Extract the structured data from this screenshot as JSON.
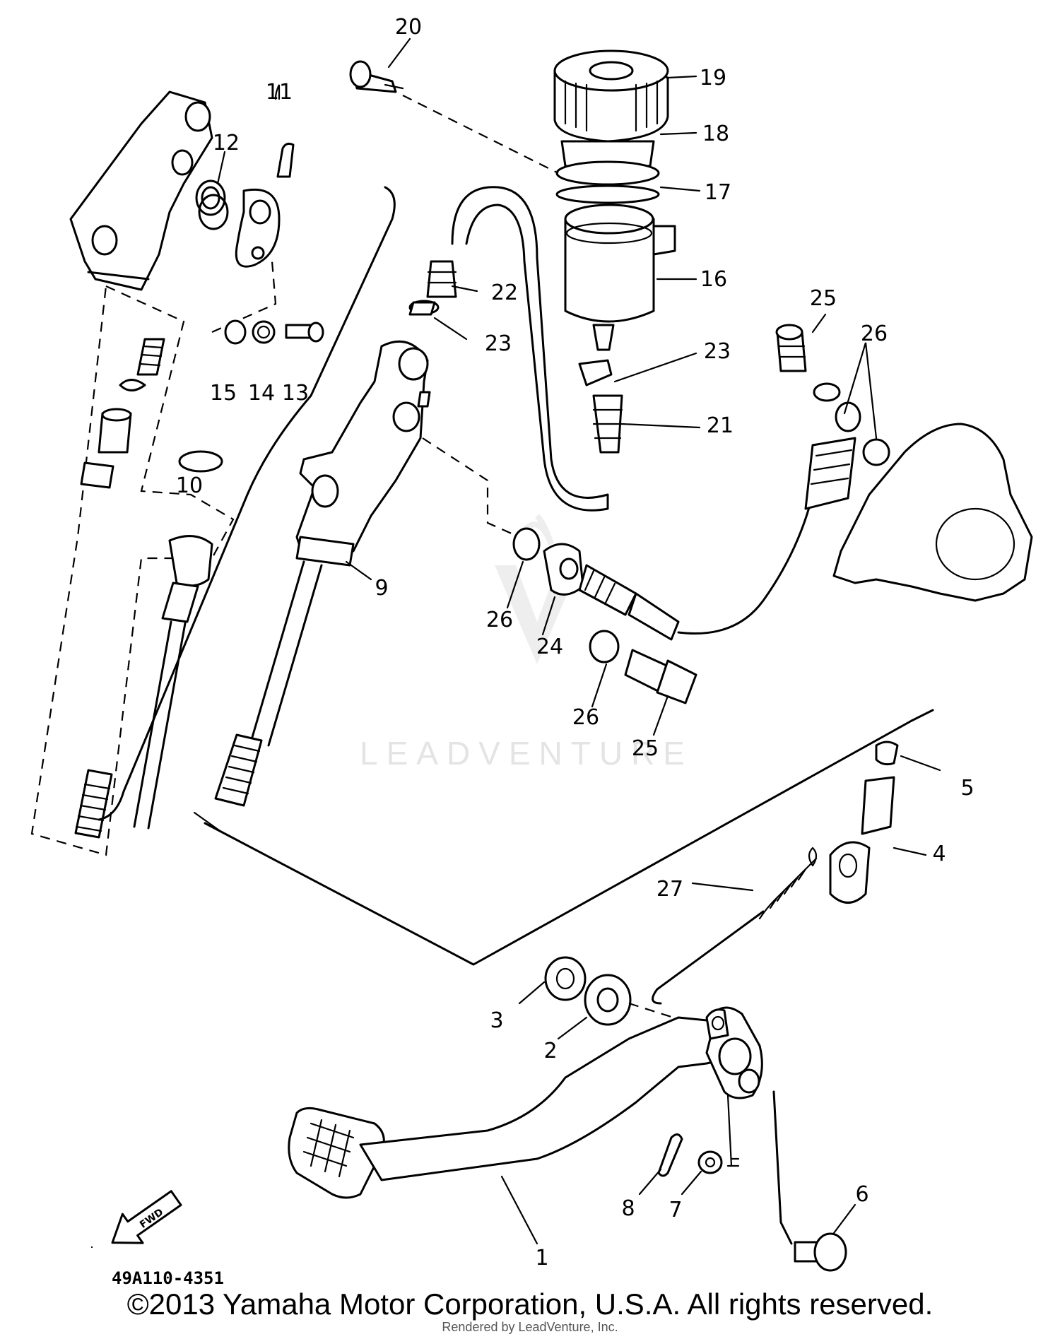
{
  "watermark": "LEADVENTURE",
  "diagram_code": "49A110-4351",
  "fwd_label": "FWD",
  "copyright": "©2013 Yamaha Motor Corporation, U.S.A. All rights reserved.",
  "rendered_by": "Rendered by LeadVenture, Inc.",
  "callouts": [
    "1",
    "2",
    "3",
    "4",
    "5",
    "6",
    "7",
    "8",
    "9",
    "10",
    "11",
    "12",
    "13",
    "14",
    "15",
    "16",
    "17",
    "18",
    "19",
    "20",
    "21",
    "22",
    "23",
    "23",
    "24",
    "25",
    "25",
    "26",
    "26",
    "26",
    "27"
  ]
}
